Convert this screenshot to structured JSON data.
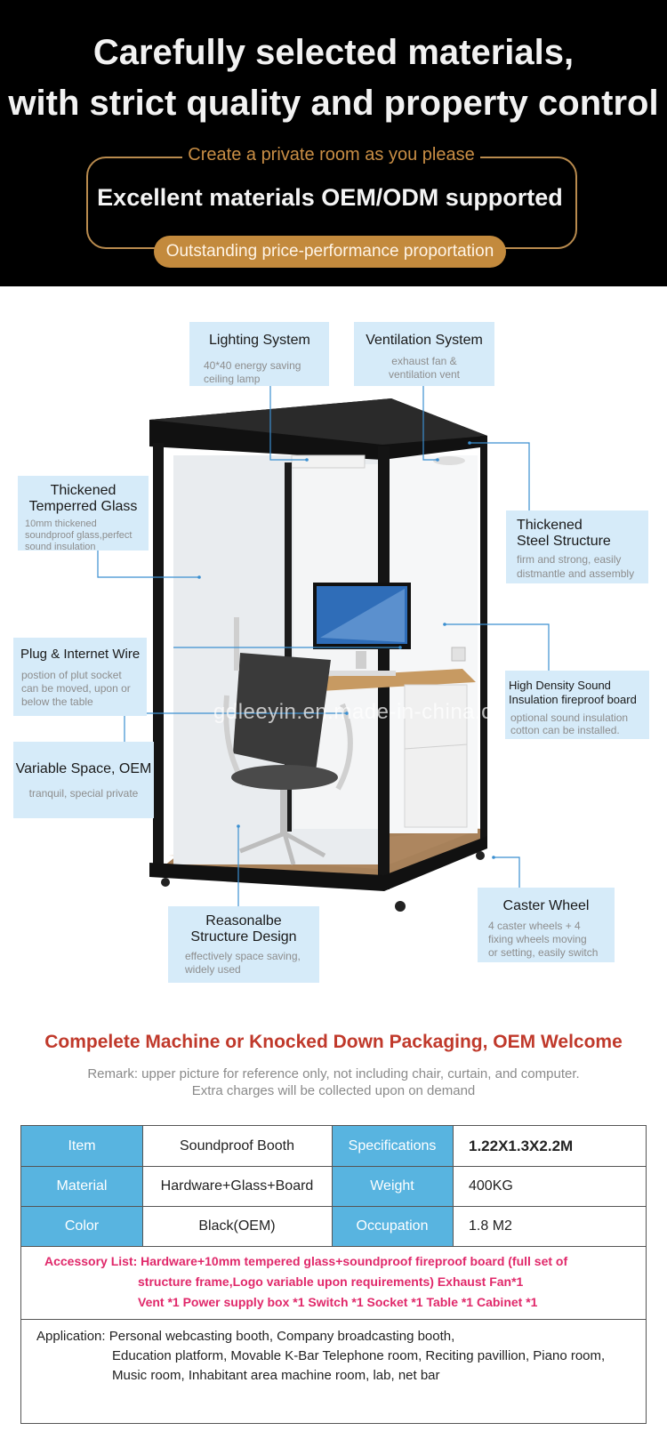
{
  "header": {
    "title_line1": "Carefully selected materials,",
    "title_line2": "with strict quality and property control",
    "caption": "Create a private room as you please",
    "main": "Excellent materials OEM/ODM supported",
    "pill": "Outstanding price-performance proportation"
  },
  "callouts": {
    "lighting": {
      "title": "Lighting System",
      "line1": "40*40 energy saving",
      "line2": "ceiling lamp"
    },
    "ventilation": {
      "title": "Ventilation System",
      "line1": "exhaust fan &",
      "line2": "ventilation vent"
    },
    "glass": {
      "title1": "Thickened",
      "title2": "Temperred Glass",
      "line1": "10mm thickened",
      "line2": "soundproof glass,perfect",
      "line3": "sound insulation"
    },
    "steel": {
      "title1": "Thickened",
      "title2": "Steel Structure",
      "line1": "firm and strong, easily",
      "line2": "distmantle and assembly"
    },
    "plug": {
      "title": "Plug & Internet Wire",
      "line1": "postion of plut socket",
      "line2": "can be moved, upon or",
      "line3": "below the table"
    },
    "board": {
      "title1": "High Density Sound",
      "title2": "Insulation fireproof board",
      "line1": "optional sound insulation",
      "line2": "cotton can be installed."
    },
    "space": {
      "title": "Variable Space, OEM",
      "line1": "tranquil, special private"
    },
    "structure": {
      "title1": "Reasonalbe",
      "title2": "Structure Design",
      "line1": "effectively space saving,",
      "line2": "widely used"
    },
    "caster": {
      "title": "Caster Wheel",
      "line1": "4 caster wheels + 4",
      "line2": "fixing wheels moving",
      "line3": "or setting, easily switch"
    }
  },
  "watermark": "gdleeyin.en.made-in-china.com",
  "packaging_heading": "Compelete Machine or Knocked Down Packaging, OEM Welcome",
  "remark_line1": "Remark: upper picture for reference only, not including chair, curtain, and computer.",
  "remark_line2": "Extra charges will be collected upon on demand",
  "spec": {
    "rows": [
      {
        "label1": "Item",
        "value1": "Soundproof Booth",
        "label2": "Specifications",
        "value2": "1.22X1.3X2.2M"
      },
      {
        "label1": "Material",
        "value1": "Hardware+Glass+Board",
        "label2": "Weight",
        "value2": "400KG"
      },
      {
        "label1": "Color",
        "value1": "Black(OEM)",
        "label2": "Occupation",
        "value2": "1.8 M2"
      }
    ],
    "accessory_line1": "Accessory List: Hardware+10mm tempered glass+soundproof fireproof board (full set of",
    "accessory_line2": "structure frame,Logo variable upon requirements) Exhaust Fan*1",
    "accessory_line3": "Vent *1 Power supply box *1 Switch *1 Socket *1 Table *1 Cabinet *1",
    "application_line1": "Application: Personal webcasting booth, Company broadcasting booth,",
    "application_line2": "Education platform, Movable K-Bar Telephone room, Reciting pavillion, Piano room,",
    "application_line3": "Music room, Inhabitant area machine room, lab,  net bar"
  },
  "colors": {
    "accent_gold": "#c38a3d",
    "table_blue": "#58b4e0",
    "callout_bg": "#d6ebf9",
    "heading_red": "#c0392b",
    "accessory_pink": "#e0286a"
  }
}
